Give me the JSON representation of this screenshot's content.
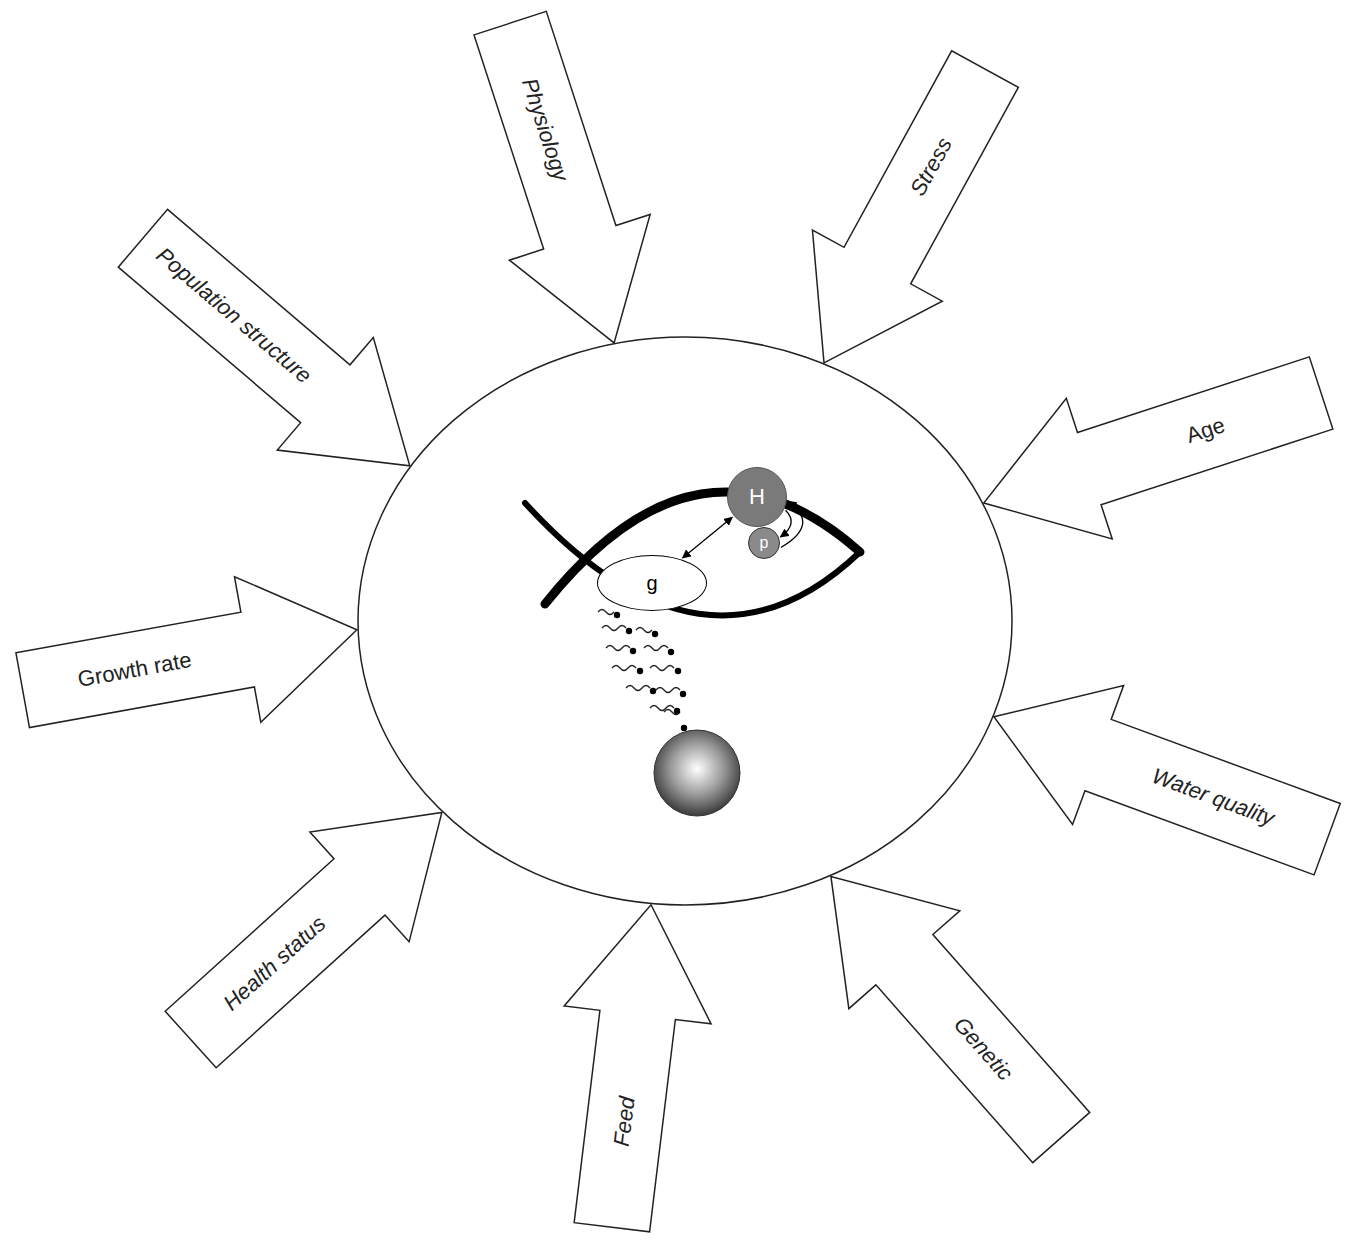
{
  "diagram": {
    "nodes": [
      {
        "text": [
          "Population structure"
        ]
      },
      {
        "text": [
          "Physiology"
        ]
      },
      {
        "text": [
          "Stress"
        ]
      },
      {
        "text": [
          "Age"
        ]
      },
      {
        "text": [
          "Growth rate"
        ]
      },
      {
        "text": [
          "Water quality"
        ]
      },
      {
        "text": [
          "Health status"
        ]
      },
      {
        "text": [
          "Feed"
        ]
      },
      {
        "text": [
          "Genetic"
        ]
      },
      {
        "text": [
          "g"
        ]
      },
      {
        "text": [
          "H"
        ]
      },
      {
        "text": [
          "p"
        ]
      }
    ],
    "edges": [
      {
        "from": 9,
        "to": 10,
        "arrow": "both"
      },
      {
        "from": 10,
        "to": 11,
        "arrow": "to"
      },
      {
        "from": 11,
        "to": 10,
        "arrow": "to"
      }
    ]
  }
}
